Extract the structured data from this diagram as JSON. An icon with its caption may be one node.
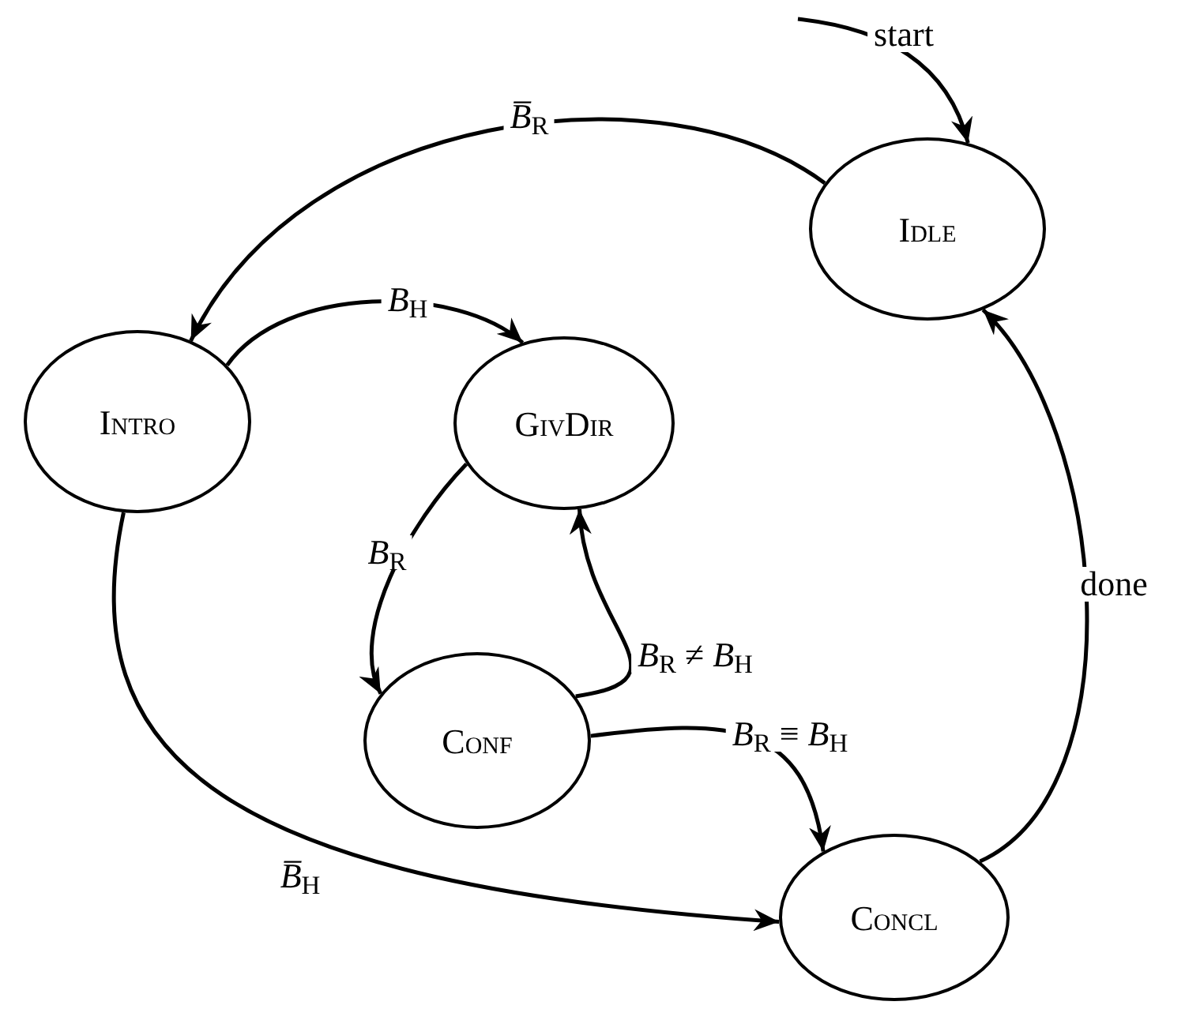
{
  "diagram": {
    "nodes": [
      {
        "text": [
          "Idle"
        ]
      },
      {
        "text": [
          "Intro"
        ]
      },
      {
        "text": [
          "GivDir"
        ]
      },
      {
        "text": [
          "Conf"
        ]
      },
      {
        "text": [
          "Concl"
        ]
      }
    ],
    "edges": [
      {
        "from": null,
        "to": 0,
        "arrow": "to",
        "label": "start"
      },
      {
        "from": 0,
        "to": 1,
        "arrow": "to",
        "label": "*B̅*$_{R}$"
      },
      {
        "from": 1,
        "to": 2,
        "arrow": "to",
        "label": "*B*$_{H}$"
      },
      {
        "from": 2,
        "to": 3,
        "arrow": "to",
        "label": "*B*$_{R}$"
      },
      {
        "from": 3,
        "to": 2,
        "arrow": "to",
        "label": "*B*$_{R}$ ≠ *B*$_{H}$"
      },
      {
        "from": 3,
        "to": 4,
        "arrow": "to",
        "label": "*B*$_{R}$ ≡ *B*$_{H}$"
      },
      {
        "from": 1,
        "to": 4,
        "arrow": "to",
        "label": "*B̅*$_{H}$"
      },
      {
        "from": 4,
        "to": 0,
        "arrow": "to",
        "label": "done"
      }
    ]
  }
}
